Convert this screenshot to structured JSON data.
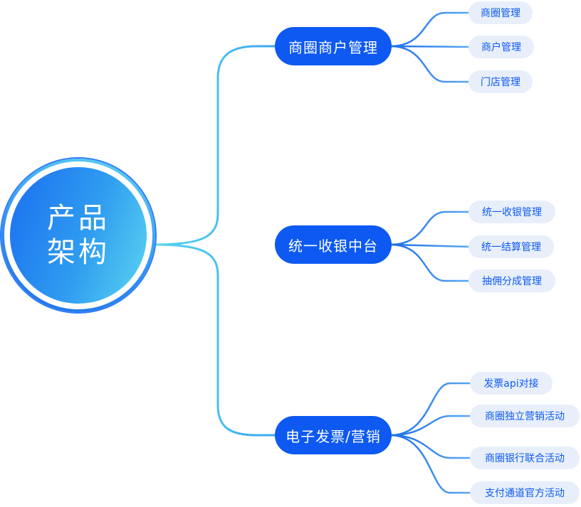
{
  "root": {
    "line1": "产品",
    "line2": "架构"
  },
  "branches": [
    {
      "label": "商圈商户管理",
      "children": [
        "商圈管理",
        "商户管理",
        "门店管理"
      ]
    },
    {
      "label": "统一收银中台",
      "children": [
        "统一收银管理",
        "统一结算管理",
        "抽佣分成管理"
      ]
    },
    {
      "label": "电子发票/营销",
      "children": [
        "发票api对接",
        "商圈独立营销活动",
        "商圈银行联合活动",
        "支付通道官方活动"
      ]
    }
  ],
  "colors": {
    "node": "#0d59f2",
    "leaf_bg": "#e8effb",
    "leaf_text": "#0d59f2",
    "link_light": "#5ad6f0",
    "link_dark": "#2f7cf6"
  }
}
